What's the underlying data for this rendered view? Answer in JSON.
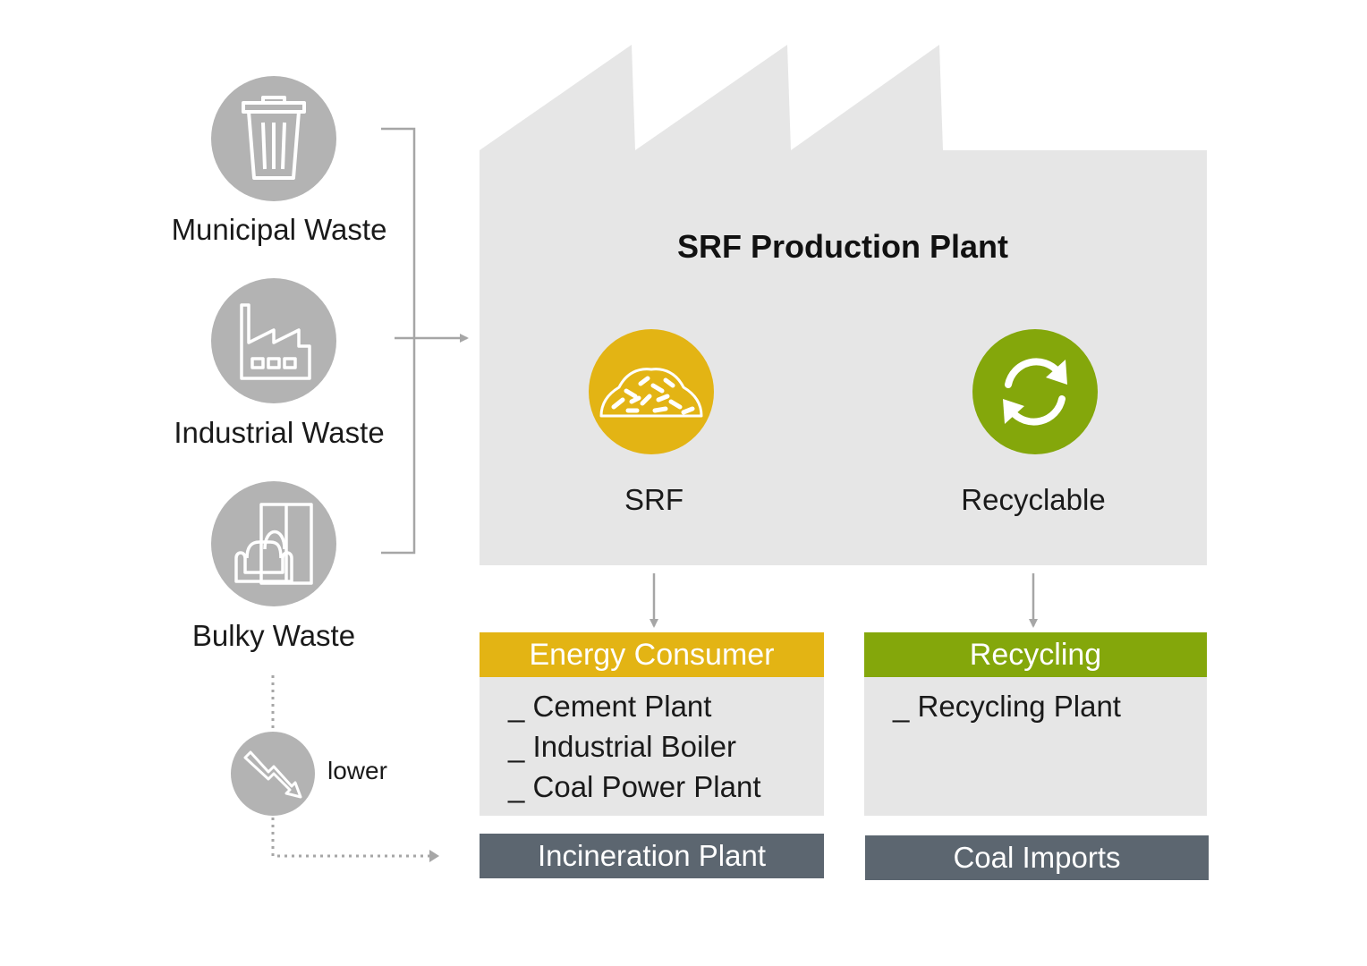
{
  "sources": [
    {
      "label": "Municipal Waste",
      "icon": "trash-can-icon"
    },
    {
      "label": "Industrial Waste",
      "icon": "factory-icon"
    },
    {
      "label": "Bulky Waste",
      "icon": "furniture-icon"
    }
  ],
  "plant": {
    "title": "SRF Production Plant",
    "products": [
      {
        "label": "SRF",
        "icon": "pellets-icon",
        "color": "#e3b414"
      },
      {
        "label": "Recyclable",
        "icon": "recycle-arrows-icon",
        "color": "#84a70b"
      }
    ]
  },
  "outputs": [
    {
      "header": "Energy Consumer",
      "color": "#e3b414",
      "items": [
        "_ Cement Plant",
        "_ Industrial Boiler",
        "_ Coal Power Plant"
      ]
    },
    {
      "header": "Recycling",
      "color": "#84a70b",
      "items": [
        "_ Recycling Plant"
      ]
    }
  ],
  "alternatives": [
    "Incineration Plant",
    "Coal Imports"
  ],
  "trend": {
    "label": "lower",
    "icon": "trend-down-icon"
  },
  "colors": {
    "plant_bg": "#e6e6e6",
    "icon_circle": "#b3b3b3",
    "dark_box": "#5c6670",
    "arrow": "#a6a6a6"
  }
}
